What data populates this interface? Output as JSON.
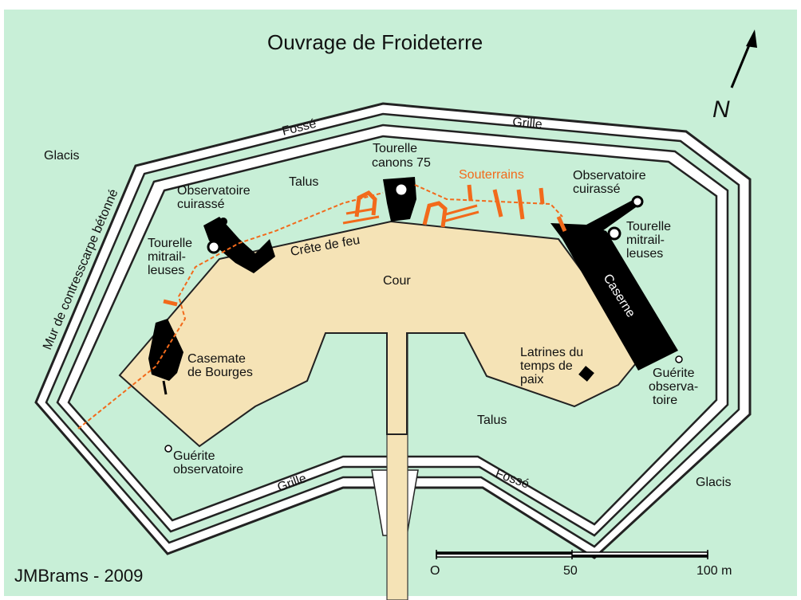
{
  "title": "Ouvrage de Froideterre",
  "credit": "JMBrams - 2009",
  "north": "N",
  "colors": {
    "background": "#c8efd7",
    "fort_fill": "#f5e3b6",
    "structures": "#000000",
    "tunnels": "#f26a1b",
    "walls": "#222222"
  },
  "labels": {
    "glacis_left": "Glacis",
    "glacis_right": "Glacis",
    "fosse_top": "Fossé",
    "fosse_bottom": "Fossé",
    "grille_top": "Grille",
    "grille_bottom": "Grille",
    "mur": "Mur de contresscarpe bétonné",
    "talus_top": "Talus",
    "talus_bottom": "Talus",
    "tourelle_75_l1": "Tourelle",
    "tourelle_75_l2": "canons 75",
    "souterrains": "Souterrains",
    "obs_left_l1": "Observatoire",
    "obs_left_l2": "cuirassé",
    "obs_right_l1": "Observatoire",
    "obs_right_l2": "cuirassé",
    "mitr_left_l1": "Tourelle",
    "mitr_left_l2": "mitrail-",
    "mitr_left_l3": "leuses",
    "mitr_right_l1": "Tourelle",
    "mitr_right_l2": "mitrail-",
    "mitr_right_l3": "leuses",
    "crete": "Crête de feu",
    "cour": "Cour",
    "caserne": "Caserne",
    "casemate_l1": "Casemate",
    "casemate_l2": "de Bourges",
    "latrines_l1": "Latrines du",
    "latrines_l2": "temps de",
    "latrines_l3": "paix",
    "guerite_right_l1": "Guérite",
    "guerite_right_l2": "observa-",
    "guerite_right_l3": "toire",
    "guerite_left_l1": "Guérite",
    "guerite_left_l2": "observatoire"
  },
  "scale": {
    "tick0": "O",
    "tick1": "50",
    "tick2": "100 m"
  }
}
